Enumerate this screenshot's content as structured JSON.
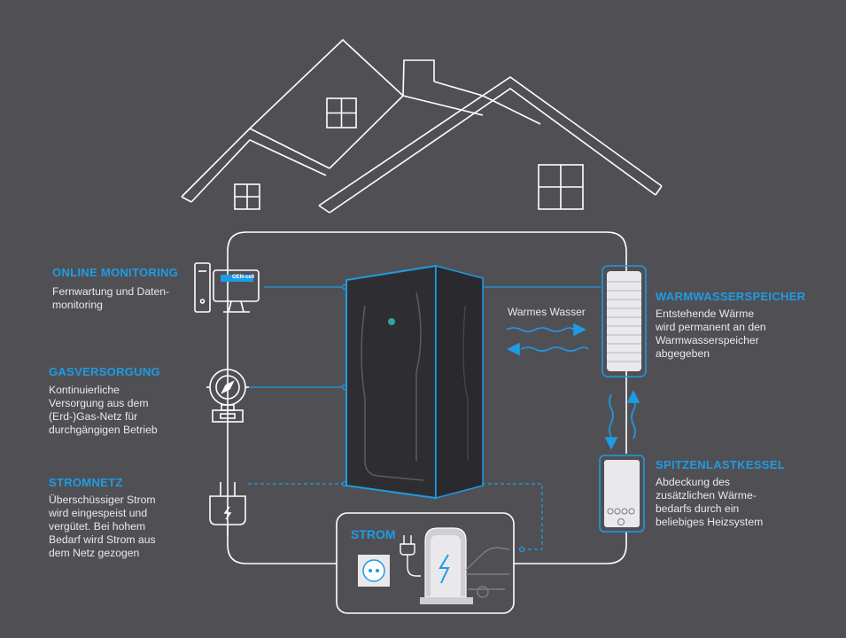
{
  "online_monitoring": {
    "title": "ONLINE MONITORING",
    "description": "Fernwartung und Daten-\nmonitoring",
    "screen_logo": "GEN-cell"
  },
  "gasversorgung": {
    "title": "GASVERSORGUNG",
    "description": "Kontinuierliche\nVersorgung aus dem\n(Erd-)Gas-Netz für\ndurchgängigen Betrieb"
  },
  "stromnetz": {
    "title": "STROMNETZ",
    "description": "Überschüssiger Strom\nwird eingespeist und\nvergütet. Bei hohem\nBedarf wird Strom aus\ndem Netz gezogen"
  },
  "warmwasserspeicher": {
    "title": "WARMWASSERSPEICHER",
    "description": "Entstehende Wärme\nwird permanent an den\nWarmwasserspeicher\nabgegeben"
  },
  "spitzenlastkessel": {
    "title": "SPITZENLASTKESSEL",
    "description": "Abdeckung des\nzusätzlichen Wärme-\nbedarfs durch ein\nbeliebiges Heizsystem"
  },
  "flow": {
    "warm_water": "Warmes Wasser"
  },
  "strom": {
    "title": "STROM"
  },
  "colors": {
    "accent": "#1e9be6",
    "background": "#505054",
    "line": "#ffffff",
    "device": "#3a3a3e"
  }
}
